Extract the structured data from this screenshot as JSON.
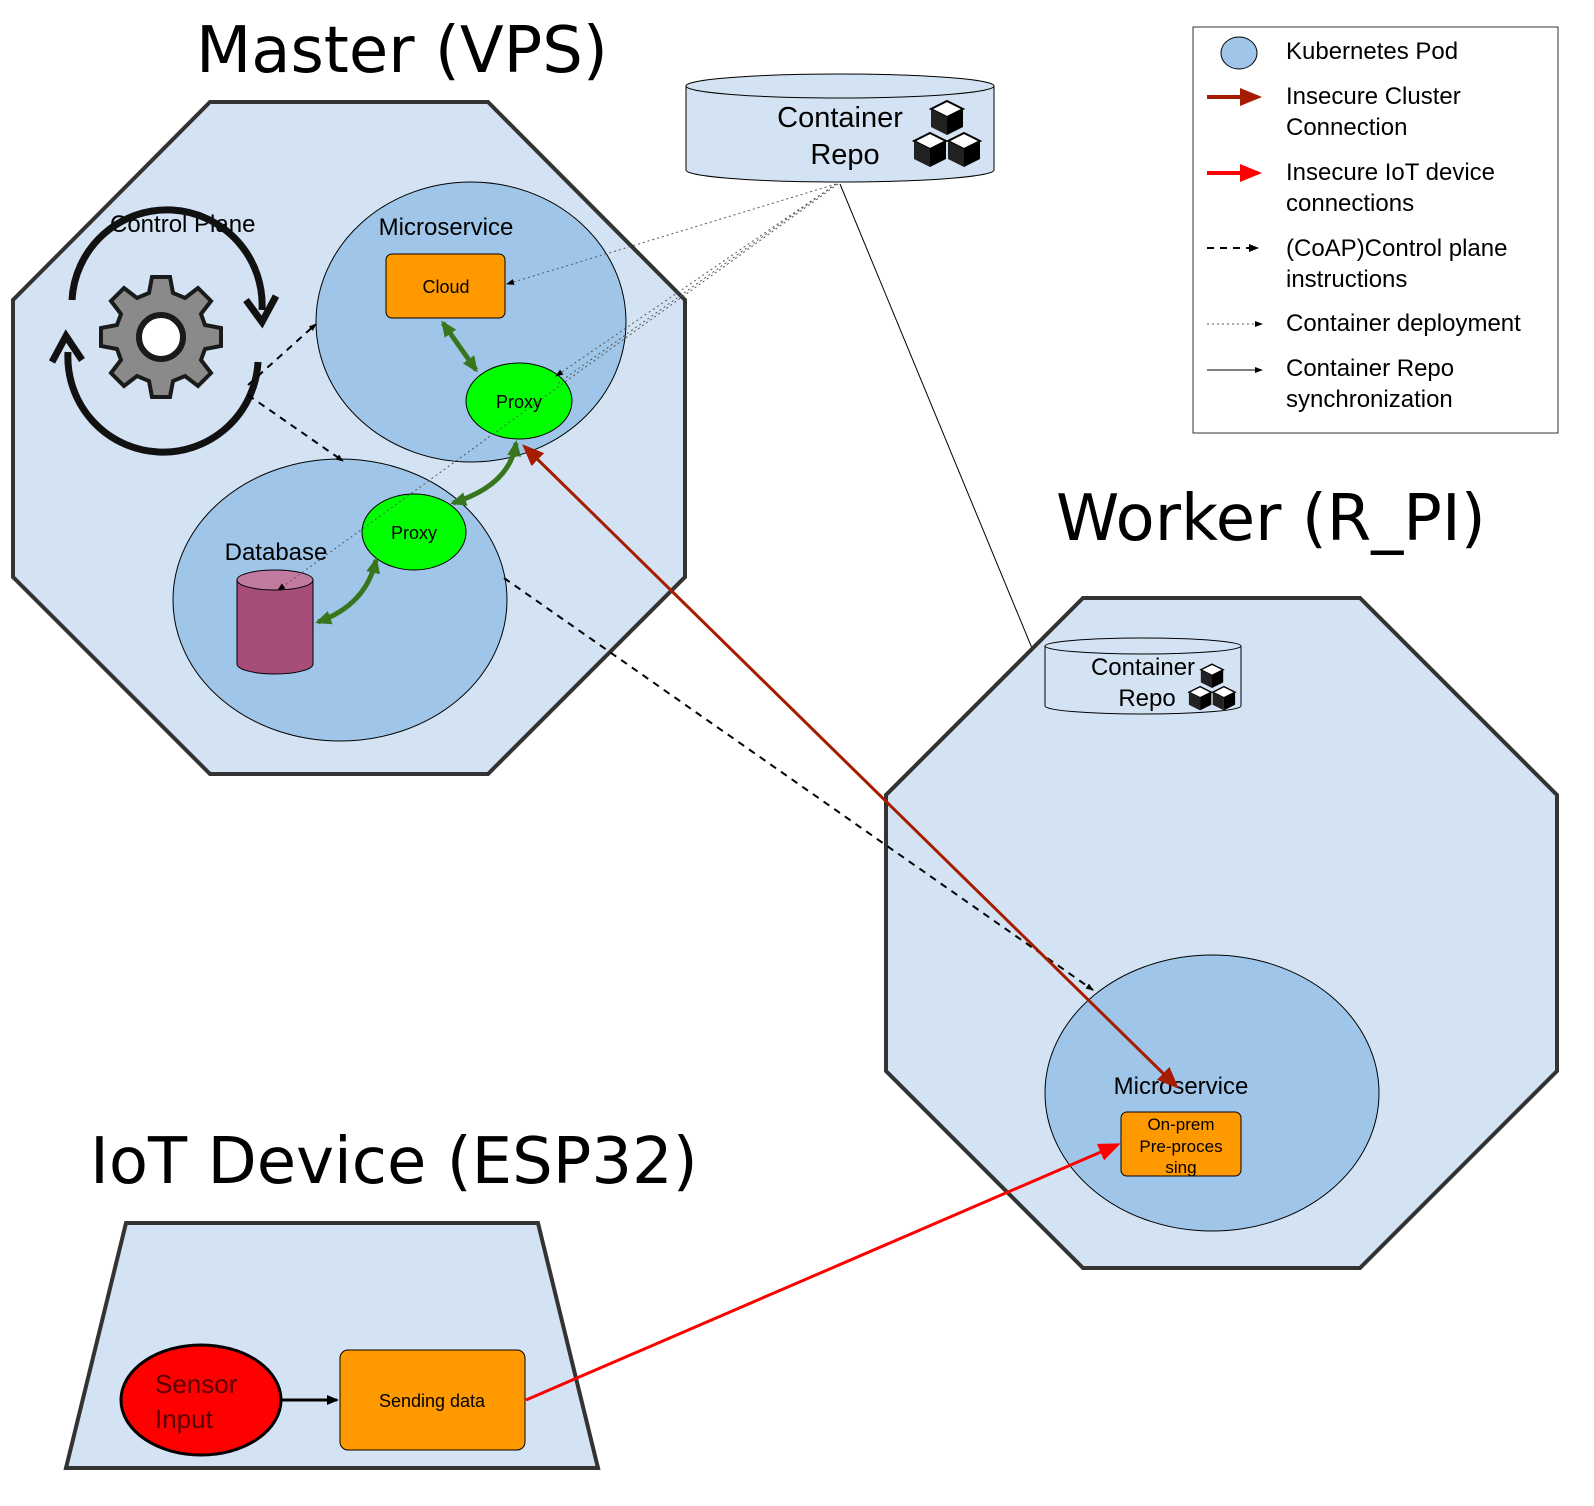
{
  "titles": {
    "master": "Master (VPS)",
    "worker": "Worker (R_PI)",
    "iot": "IoT Device (ESP32)"
  },
  "master": {
    "control_plane": "Control Plane",
    "microservice": "Microservice",
    "cloud": "Cloud",
    "proxy_top": "Proxy",
    "proxy_db": "Proxy",
    "database": "Database"
  },
  "container_repo": {
    "line1": "Container",
    "line2": "Repo"
  },
  "worker": {
    "repo_line1": "Container",
    "repo_line2": "Repo",
    "microservice": "Microservice",
    "onprem_line1": "On-prem",
    "onprem_line2": "Pre-proces",
    "onprem_line3": "sing"
  },
  "iot": {
    "sensor_line1": "Sensor",
    "sensor_line2": "Input",
    "sending": "Sending data"
  },
  "legend": {
    "items": [
      {
        "line1": "Kubernetes Pod",
        "line2": ""
      },
      {
        "line1": "Insecure Cluster",
        "line2": "Connection"
      },
      {
        "line1": "Insecure IoT device",
        "line2": "connections"
      },
      {
        "line1": "(CoAP)Control plane",
        "line2": "instructions"
      },
      {
        "line1": "Container deployment",
        "line2": ""
      },
      {
        "line1": "Container Repo",
        "line2": "synchronization"
      }
    ]
  },
  "colors": {
    "node_fill": "#d4e3f3",
    "pod_fill": "#9fc5e8",
    "orange": "#ff9900",
    "proxy_green": "#00ff00",
    "db_purple": "#a64d79",
    "sensor_red": "#ff0000",
    "arrow_darkred": "#a61c00",
    "arrow_red": "#ff0000",
    "arrow_green": "#38761d"
  },
  "icons": [
    "gear-icon",
    "cycle-arrows-icon",
    "cubes-icon",
    "cylinder-icon"
  ]
}
